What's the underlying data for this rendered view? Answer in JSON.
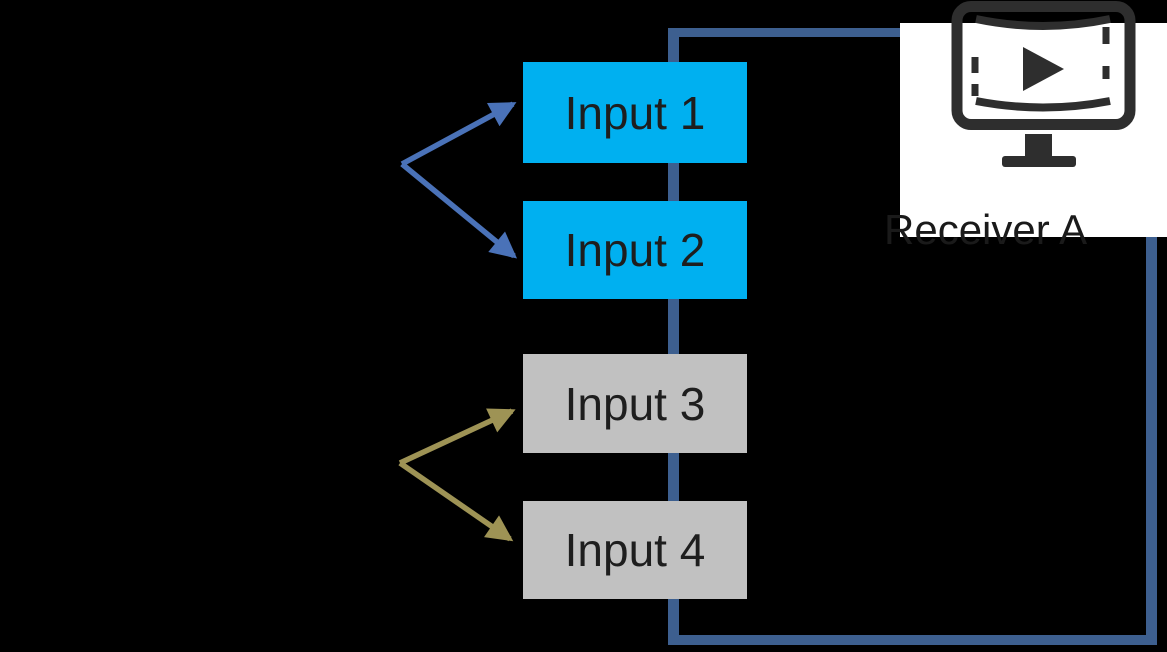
{
  "inputs": [
    {
      "label": "Input 1",
      "fill": "#00B0F0",
      "text_color": "#1E1E1E"
    },
    {
      "label": "Input 2",
      "fill": "#00B0F0",
      "text_color": "#1E1E1E"
    },
    {
      "label": "Input 3",
      "fill": "#C1C1C1",
      "text_color": "#1E1E1E"
    },
    {
      "label": "Input 4",
      "fill": "#C1C1C1",
      "text_color": "#1E1E1E"
    }
  ],
  "receiver": {
    "label": "Receiver A",
    "icon": "video-monitor-play-icon",
    "card_bg": "#FFFFFF",
    "icon_color": "#2E2E2E",
    "text_color": "#1A1A1A"
  },
  "connectors": {
    "color": "#3D5F8F"
  },
  "arrows": {
    "top_pair_color": "#4A72B8",
    "bottom_pair_color": "#9E9355"
  },
  "canvas": {
    "background": "#000000"
  }
}
